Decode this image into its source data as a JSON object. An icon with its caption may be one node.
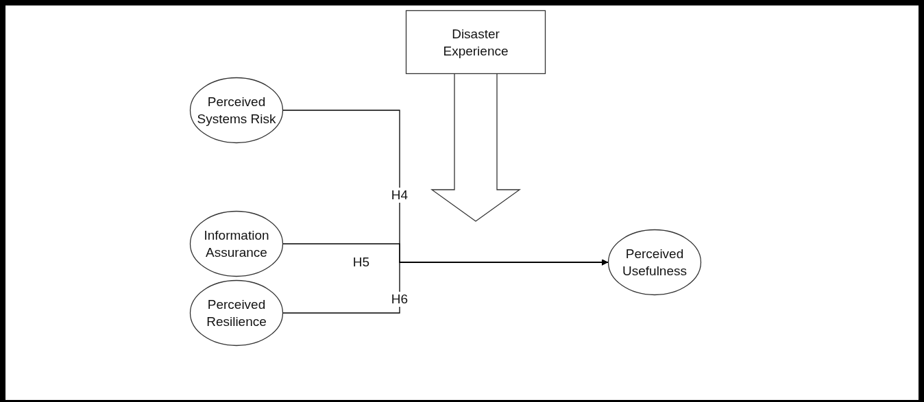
{
  "diagram": {
    "nodes": [
      {
        "text": [
          "Disaster Experience"
        ]
      },
      {
        "text": [
          "Perceived Systems Risk"
        ]
      },
      {
        "text": [
          "Information Assurance"
        ]
      },
      {
        "text": [
          "Perceived Resilience"
        ]
      },
      {
        "text": [
          "Perceived Usefulness"
        ]
      }
    ],
    "edges": [
      {
        "from": 1,
        "to": 4,
        "arrow": "to",
        "label": "H4"
      },
      {
        "from": 2,
        "to": 4,
        "arrow": "to",
        "label": "H5"
      },
      {
        "from": 3,
        "to": 4,
        "arrow": "to",
        "label": "H6"
      },
      {
        "from": 0,
        "to": null,
        "arrow": "to",
        "style": "thick"
      }
    ]
  }
}
